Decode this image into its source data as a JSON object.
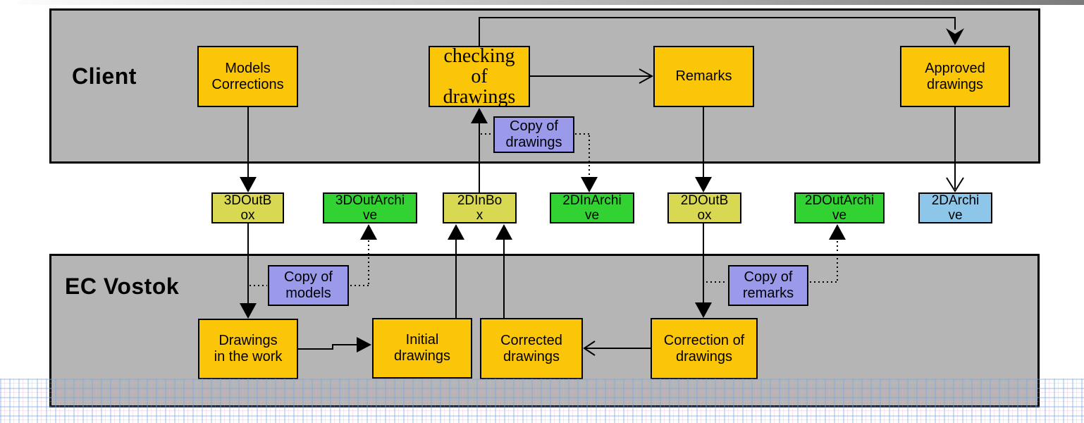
{
  "lanes": {
    "client": {
      "label": "Client"
    },
    "ec_vostok": {
      "label": "EC Vostok"
    }
  },
  "nodes": {
    "models_corrections": {
      "label": "Models\nCorrections",
      "color": "#fcc608"
    },
    "checking_of_drawings": {
      "label": "checking\nof\ndrawings",
      "color": "#fcc608"
    },
    "remarks": {
      "label": "Remarks",
      "color": "#fcc608"
    },
    "approved_drawings": {
      "label": "Approved\ndrawings",
      "color": "#fcc608"
    },
    "3doutbox": {
      "label": "3DOutB\nox",
      "color": "#d8d852"
    },
    "3doutarchive": {
      "label": "3DOutArchi\nve",
      "color": "#33d233"
    },
    "2dinbox": {
      "label": "2DInBo\nx",
      "color": "#d8d852"
    },
    "2dinarchive": {
      "label": "2DInArchi\nve",
      "color": "#33d233"
    },
    "2doutbox": {
      "label": "2DOutB\nox",
      "color": "#d8d852"
    },
    "2doutarchive": {
      "label": "2DOutArchi\nve",
      "color": "#33d233"
    },
    "2darchive": {
      "label": "2DArchi\nve",
      "color": "#8dc6e8"
    },
    "copy_of_drawings": {
      "label": "Copy of\ndrawings",
      "color": "#9a99ea"
    },
    "copy_of_models": {
      "label": "Copy of\nmodels",
      "color": "#9a99ea"
    },
    "copy_of_remarks": {
      "label": "Copy of\nremarks",
      "color": "#9a99ea"
    },
    "drawings_in_the_work": {
      "label": "Drawings\nin the work",
      "color": "#fcc608"
    },
    "initial_drawings": {
      "label": "Initial\ndrawings",
      "color": "#fcc608"
    },
    "corrected_drawings": {
      "label": "Corrected\ndrawings",
      "color": "#fcc608"
    },
    "correction_of_drawings": {
      "label": "Correction of\ndrawings",
      "color": "#fcc608"
    }
  },
  "connections": [
    {
      "from": "models_corrections",
      "to": "3doutbox",
      "style": "solid",
      "arrow": "filled"
    },
    {
      "from": "3doutbox",
      "to": "drawings_in_the_work",
      "style": "solid",
      "arrow": "filled"
    },
    {
      "from": "copy_of_models",
      "to": "3doutarchive",
      "style": "dotted",
      "arrow": "filled"
    },
    {
      "from": "drawings_in_the_work",
      "to": "initial_drawings",
      "style": "solid",
      "arrow": "filled"
    },
    {
      "from": "initial_drawings",
      "to": "2dinbox",
      "style": "solid",
      "arrow": "filled"
    },
    {
      "from": "corrected_drawings",
      "to": "2dinbox",
      "style": "solid",
      "arrow": "filled"
    },
    {
      "from": "2dinbox",
      "to": "checking_of_drawings",
      "style": "solid",
      "arrow": "filled"
    },
    {
      "from": "copy_of_drawings",
      "to": "2dinarchive",
      "style": "dotted",
      "arrow": "filled"
    },
    {
      "from": "checking_of_drawings",
      "to": "remarks",
      "style": "solid",
      "arrow": "open"
    },
    {
      "from": "checking_of_drawings",
      "to": "approved_drawings",
      "style": "solid",
      "arrow": "stealth"
    },
    {
      "from": "remarks",
      "to": "2doutbox",
      "style": "solid",
      "arrow": "filled"
    },
    {
      "from": "2doutbox",
      "to": "correction_of_drawings",
      "style": "solid",
      "arrow": "filled"
    },
    {
      "from": "correction_of_drawings",
      "to": "corrected_drawings",
      "style": "solid",
      "arrow": "open"
    },
    {
      "from": "copy_of_remarks",
      "to": "2doutarchive",
      "style": "dotted",
      "arrow": "filled"
    },
    {
      "from": "approved_drawings",
      "to": "2darchive",
      "style": "solid",
      "arrow": "open"
    }
  ],
  "colors": {
    "band": "#b5b5b5",
    "gold": "#fcc608",
    "olive": "#d8d852",
    "green": "#33d233",
    "blue": "#8dc6e8",
    "purple": "#9a99ea",
    "line": "#000000"
  }
}
